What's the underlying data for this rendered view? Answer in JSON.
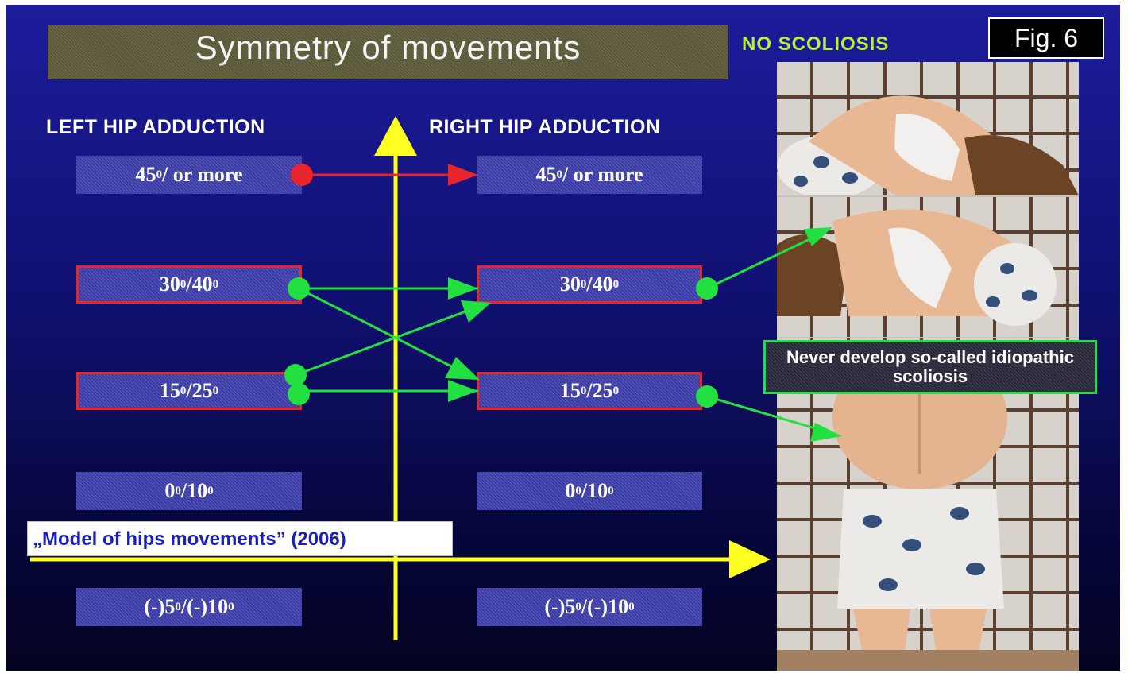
{
  "title": "Symmetry of movements",
  "badge": "NO SCOLIOSIS",
  "figure_label": "Fig. 6",
  "columns": {
    "left_heading": "LEFT HIP ADDUCTION",
    "right_heading": "RIGHT HIP ADDUCTION"
  },
  "ranges": {
    "r45_base": "45",
    "r45_unit": "0",
    "r45_rest": " / or more",
    "r30_a": "30",
    "r30_b": "40",
    "r15_a": "15",
    "r15_b": "25",
    "r0_a": "0",
    "r0_b": "10",
    "neg_prefix": "(-) ",
    "neg_a": "5",
    "neg_b": "10",
    "sep": " / ",
    "deg": "0"
  },
  "model_caption": "„Model of hips movements” (2006)",
  "photo_caption": "Never develop so-called idiopathic scoliosis",
  "colors": {
    "background_top": "#1c1c9c",
    "background_bottom": "#030322",
    "axis": "#ffff22",
    "red_link": "#e8242c",
    "green_link": "#22e040",
    "badge": "#b6f23a"
  }
}
